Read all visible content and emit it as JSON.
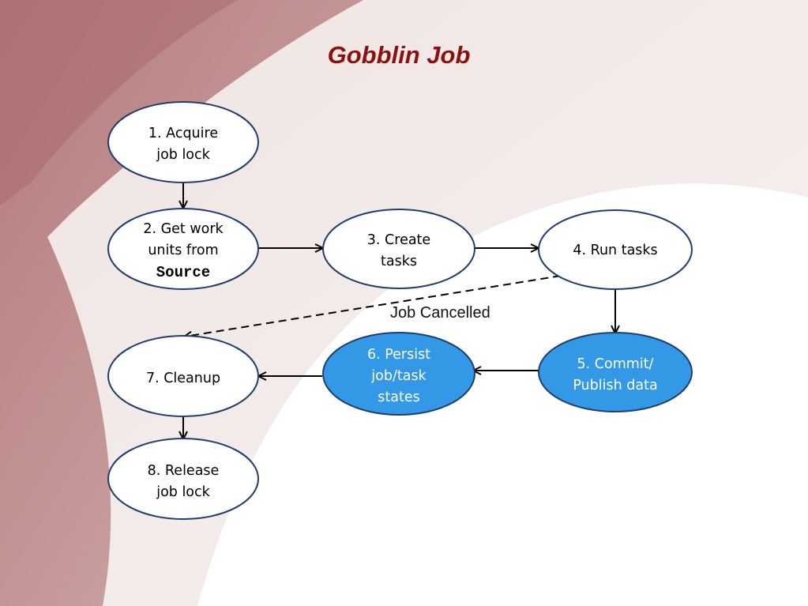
{
  "title": "Gobblin Job",
  "colors": {
    "title": "#8b1010",
    "node_fill": "#ffffff",
    "node_fill_highlight": "#3399e6",
    "node_stroke": "#1f3e6e",
    "edge": "#000000"
  },
  "nodes": [
    {
      "id": "n1",
      "lines": [
        "1. Acquire",
        "job lock"
      ],
      "highlight": false
    },
    {
      "id": "n2",
      "lines": [
        "2. Get work",
        "units from"
      ],
      "code": "Source",
      "highlight": false
    },
    {
      "id": "n3",
      "lines": [
        "3. Create",
        "tasks"
      ],
      "highlight": false
    },
    {
      "id": "n4",
      "lines": [
        "4. Run tasks"
      ],
      "highlight": false
    },
    {
      "id": "n5",
      "lines": [
        "5. Commit/",
        "Publish data"
      ],
      "highlight": true
    },
    {
      "id": "n6",
      "lines": [
        "6. Persist",
        "job/task",
        "states"
      ],
      "highlight": true
    },
    {
      "id": "n7",
      "lines": [
        "7. Cleanup"
      ],
      "highlight": false
    },
    {
      "id": "n8",
      "lines": [
        "8. Release",
        "job lock"
      ],
      "highlight": false
    }
  ],
  "edges": [
    {
      "from": "n1",
      "to": "n2",
      "style": "solid"
    },
    {
      "from": "n2",
      "to": "n3",
      "style": "solid"
    },
    {
      "from": "n3",
      "to": "n4",
      "style": "solid"
    },
    {
      "from": "n4",
      "to": "n5",
      "style": "solid"
    },
    {
      "from": "n5",
      "to": "n6",
      "style": "solid"
    },
    {
      "from": "n6",
      "to": "n7",
      "style": "solid"
    },
    {
      "from": "n7",
      "to": "n8",
      "style": "solid"
    },
    {
      "from": "n4",
      "to": "n7",
      "style": "dashed",
      "label": "Job Cancelled"
    }
  ]
}
